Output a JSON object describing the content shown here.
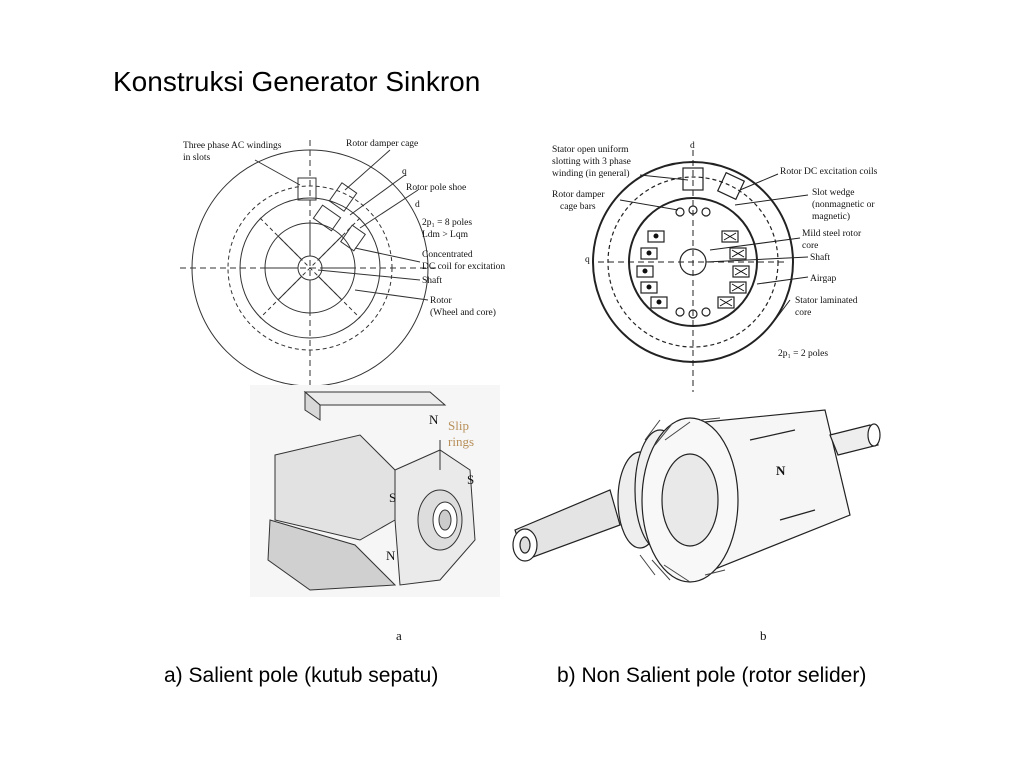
{
  "title": "Konstruksi Generator Sinkron",
  "captions": {
    "a": "a) Salient pole (kutub sepatu)",
    "b": "b) Non Salient pole (rotor selider)"
  },
  "diagram_left": {
    "labels": {
      "three_phase_1": "Three phase AC windings",
      "three_phase_2": "in slots",
      "damper": "Rotor damper cage",
      "q": "q",
      "pole_shoe": "Rotor pole shoe",
      "d": "d",
      "poles": "2p₁ = 8 poles",
      "ldm": "Ldm > Lqm",
      "concentrated": "Concentrated",
      "dc_coil": "DC coil for excitation",
      "shaft": "Shaft",
      "rotor": "Rotor",
      "wheel": "(Wheel and core)"
    }
  },
  "diagram_right": {
    "labels": {
      "d": "d",
      "stator_open_1": "Stator open uniform",
      "stator_open_2": "slotting with 3 phase",
      "stator_open_3": "winding (in general)",
      "damper_1": "Rotor damper",
      "damper_2": "cage bars",
      "q": "q",
      "rotor_dc": "Rotor DC excitation coils",
      "wedge_1": "Slot wedge",
      "wedge_2": "(nonmagnetic or",
      "wedge_3": "magnetic)",
      "mild_1": "Mild steel rotor",
      "mild_2": "core",
      "shaft": "Shaft",
      "airgap": "Airgap",
      "laminated_1": "Stator laminated",
      "laminated_2": "core",
      "poles": "2p₁ = 2 poles"
    }
  },
  "figure_a": {
    "slip_1": "Slip",
    "slip_2": "rings",
    "pole_n_top": "N",
    "pole_s_left": "S",
    "pole_s_right": "S",
    "pole_n_bottom": "N",
    "letter": "a"
  },
  "figure_b": {
    "pole_n": "N",
    "letter": "b"
  }
}
